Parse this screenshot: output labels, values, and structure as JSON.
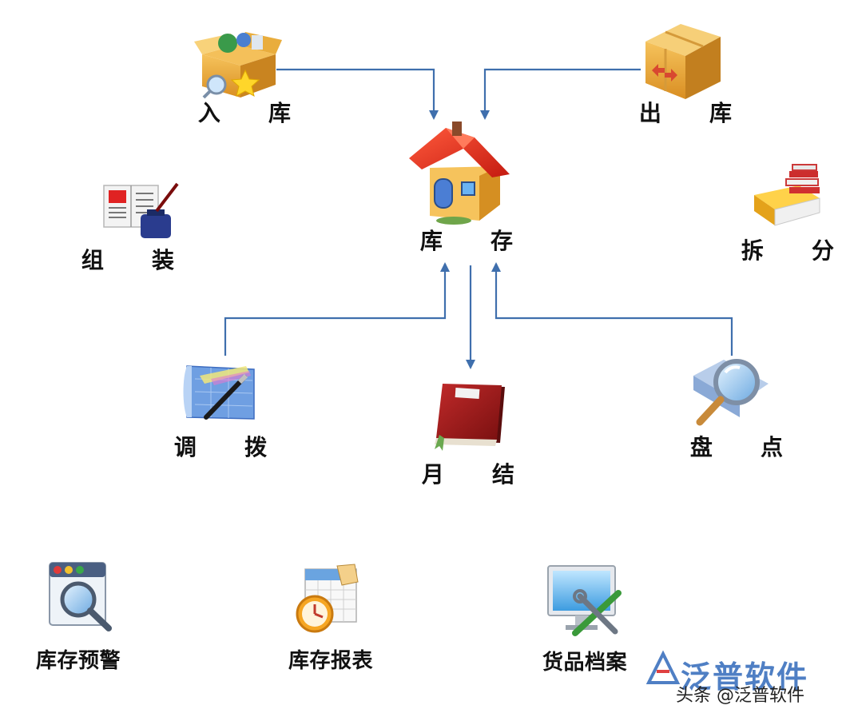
{
  "nodes": {
    "inbound": {
      "label": "入 库",
      "icon": "open-box-icon"
    },
    "outbound": {
      "label": "出 库",
      "icon": "closed-box-icon"
    },
    "inventory": {
      "label": "库 存",
      "icon": "house-icon"
    },
    "assemble": {
      "label": "组 装",
      "icon": "book-inkpot-icon"
    },
    "split": {
      "label": "拆 分",
      "icon": "stacked-books-icon"
    },
    "transfer": {
      "label": "调 拨",
      "icon": "blueprint-pen-icon"
    },
    "month_end": {
      "label": "月 结",
      "icon": "red-notebook-icon"
    },
    "stocktake": {
      "label": "盘 点",
      "icon": "magnifier-icon"
    }
  },
  "modules": {
    "stock_alert": {
      "label": "库存预警",
      "icon": "window-magnifier-icon"
    },
    "stock_report": {
      "label": "库存报表",
      "icon": "calendar-clock-icon"
    },
    "goods_archive": {
      "label": "货品档案",
      "icon": "monitor-tools-icon"
    }
  },
  "watermark": {
    "logo_text": "泛普软件",
    "credit": "头条 @泛普软件"
  },
  "colors": {
    "arrow": "#3f6fad",
    "roof": "#e8281c",
    "box": "#e7a93a",
    "watermark": "#4f7fc4"
  }
}
